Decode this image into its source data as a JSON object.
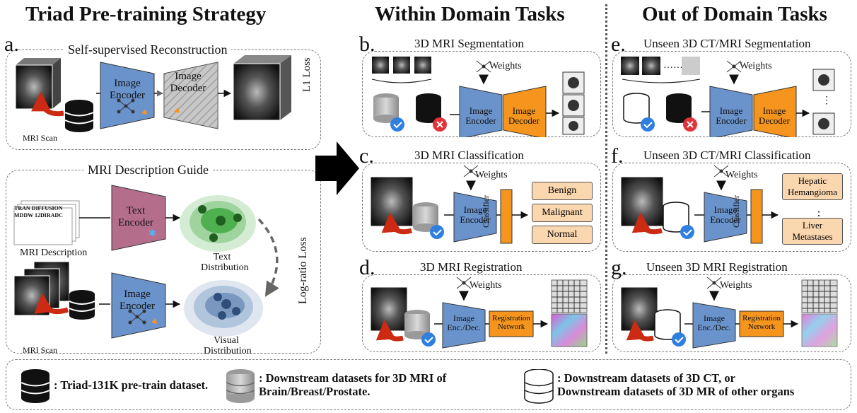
{
  "headers": {
    "left": "Triad Pre-training Strategy",
    "middle": "Within Domain Tasks",
    "right": "Out of Domain Tasks"
  },
  "panel_a": {
    "letter": "a.",
    "recon_title": "Self-supervised Reconstruction",
    "image_encoder": "Image Encoder",
    "image_decoder": "Image Decoder",
    "mri_scan": "MRI Scan",
    "l1_loss": "L1 Loss",
    "guide_title": "MRI Description Guide",
    "doc_line1": "TRAN DIFFUSION",
    "doc_line2": "MDDW 12DIRADC",
    "mri_description": "MRI Description",
    "text_encoder": "Text Encoder",
    "text_distribution": "Text Distribution",
    "visual_distribution": "Visual Distribution",
    "log_ratio_loss": "Log-ratio Loss"
  },
  "panel_b": {
    "letter": "b.",
    "title": "3D MRI Segmentation",
    "weights": "Weights",
    "encoder": "Image Encoder",
    "decoder": "Image Decoder"
  },
  "panel_c": {
    "letter": "c.",
    "title": "3D MRI Classification",
    "weights": "Weights",
    "encoder": "Image Encoder",
    "classifier": "Classifier",
    "classes": [
      "Benign",
      "Malignant",
      "Normal"
    ]
  },
  "panel_d": {
    "letter": "d.",
    "title": "3D MRI Registration",
    "weights": "Weights",
    "encoder": "Image Enc./Dec.",
    "network": "Registration Network"
  },
  "panel_e": {
    "letter": "e.",
    "title": "Unseen 3D CT/MRI Segmentation",
    "weights": "Weights",
    "encoder": "Image Encoder",
    "decoder": "Image Decoder"
  },
  "panel_f": {
    "letter": "f.",
    "title": "Unseen 3D CT/MRI Classification",
    "weights": "Weights",
    "encoder": "Image Encoder",
    "classifier": "Classifier",
    "classes": [
      "Hepatic Hemangioma",
      "Liver Metastases"
    ]
  },
  "panel_g": {
    "letter": "g.",
    "title": "Unseen 3D MRI Registration",
    "weights": "Weights",
    "encoder": "Image Enc./Dec.",
    "network": "Registration Network"
  },
  "legend": {
    "black_db": ": Triad-131K pre-train dataset.",
    "gray_db_line1": ": Downstream datasets for 3D MRI of",
    "gray_db_line2": "Brain/Breast/Prostate.",
    "white_db_line1": ": Downstream datasets of 3D CT, or",
    "white_db_line2": "Downstream datasets of 3D MR of other organs"
  },
  "colors": {
    "encoder_blue": "#6a93cb",
    "decoder_orange": "#f5951e",
    "text_encoder_pink": "#b46e8c",
    "decoder_gray": "#999999",
    "class_box_fill": "#fbd7b0",
    "arrow_red": "#cc2a12",
    "check_blue": "#2f7fe0",
    "cross_red": "#e2323a"
  }
}
